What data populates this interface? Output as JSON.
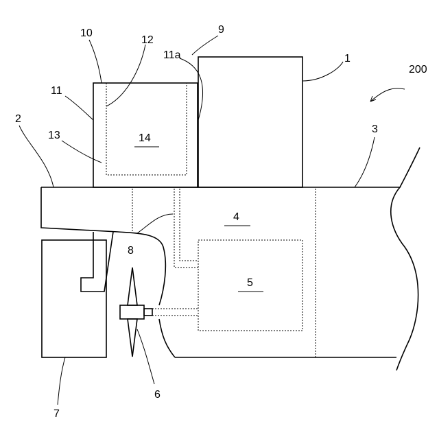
{
  "labels": {
    "l1": "1",
    "l2": "2",
    "l3": "3",
    "l4": "4",
    "l5": "5",
    "l6": "6",
    "l7": "7",
    "l8": "8",
    "l9": "9",
    "l10": "10",
    "l11": "11",
    "l11a": "11a",
    "l12": "12",
    "l13": "13",
    "l14": "14",
    "l200": "200"
  }
}
